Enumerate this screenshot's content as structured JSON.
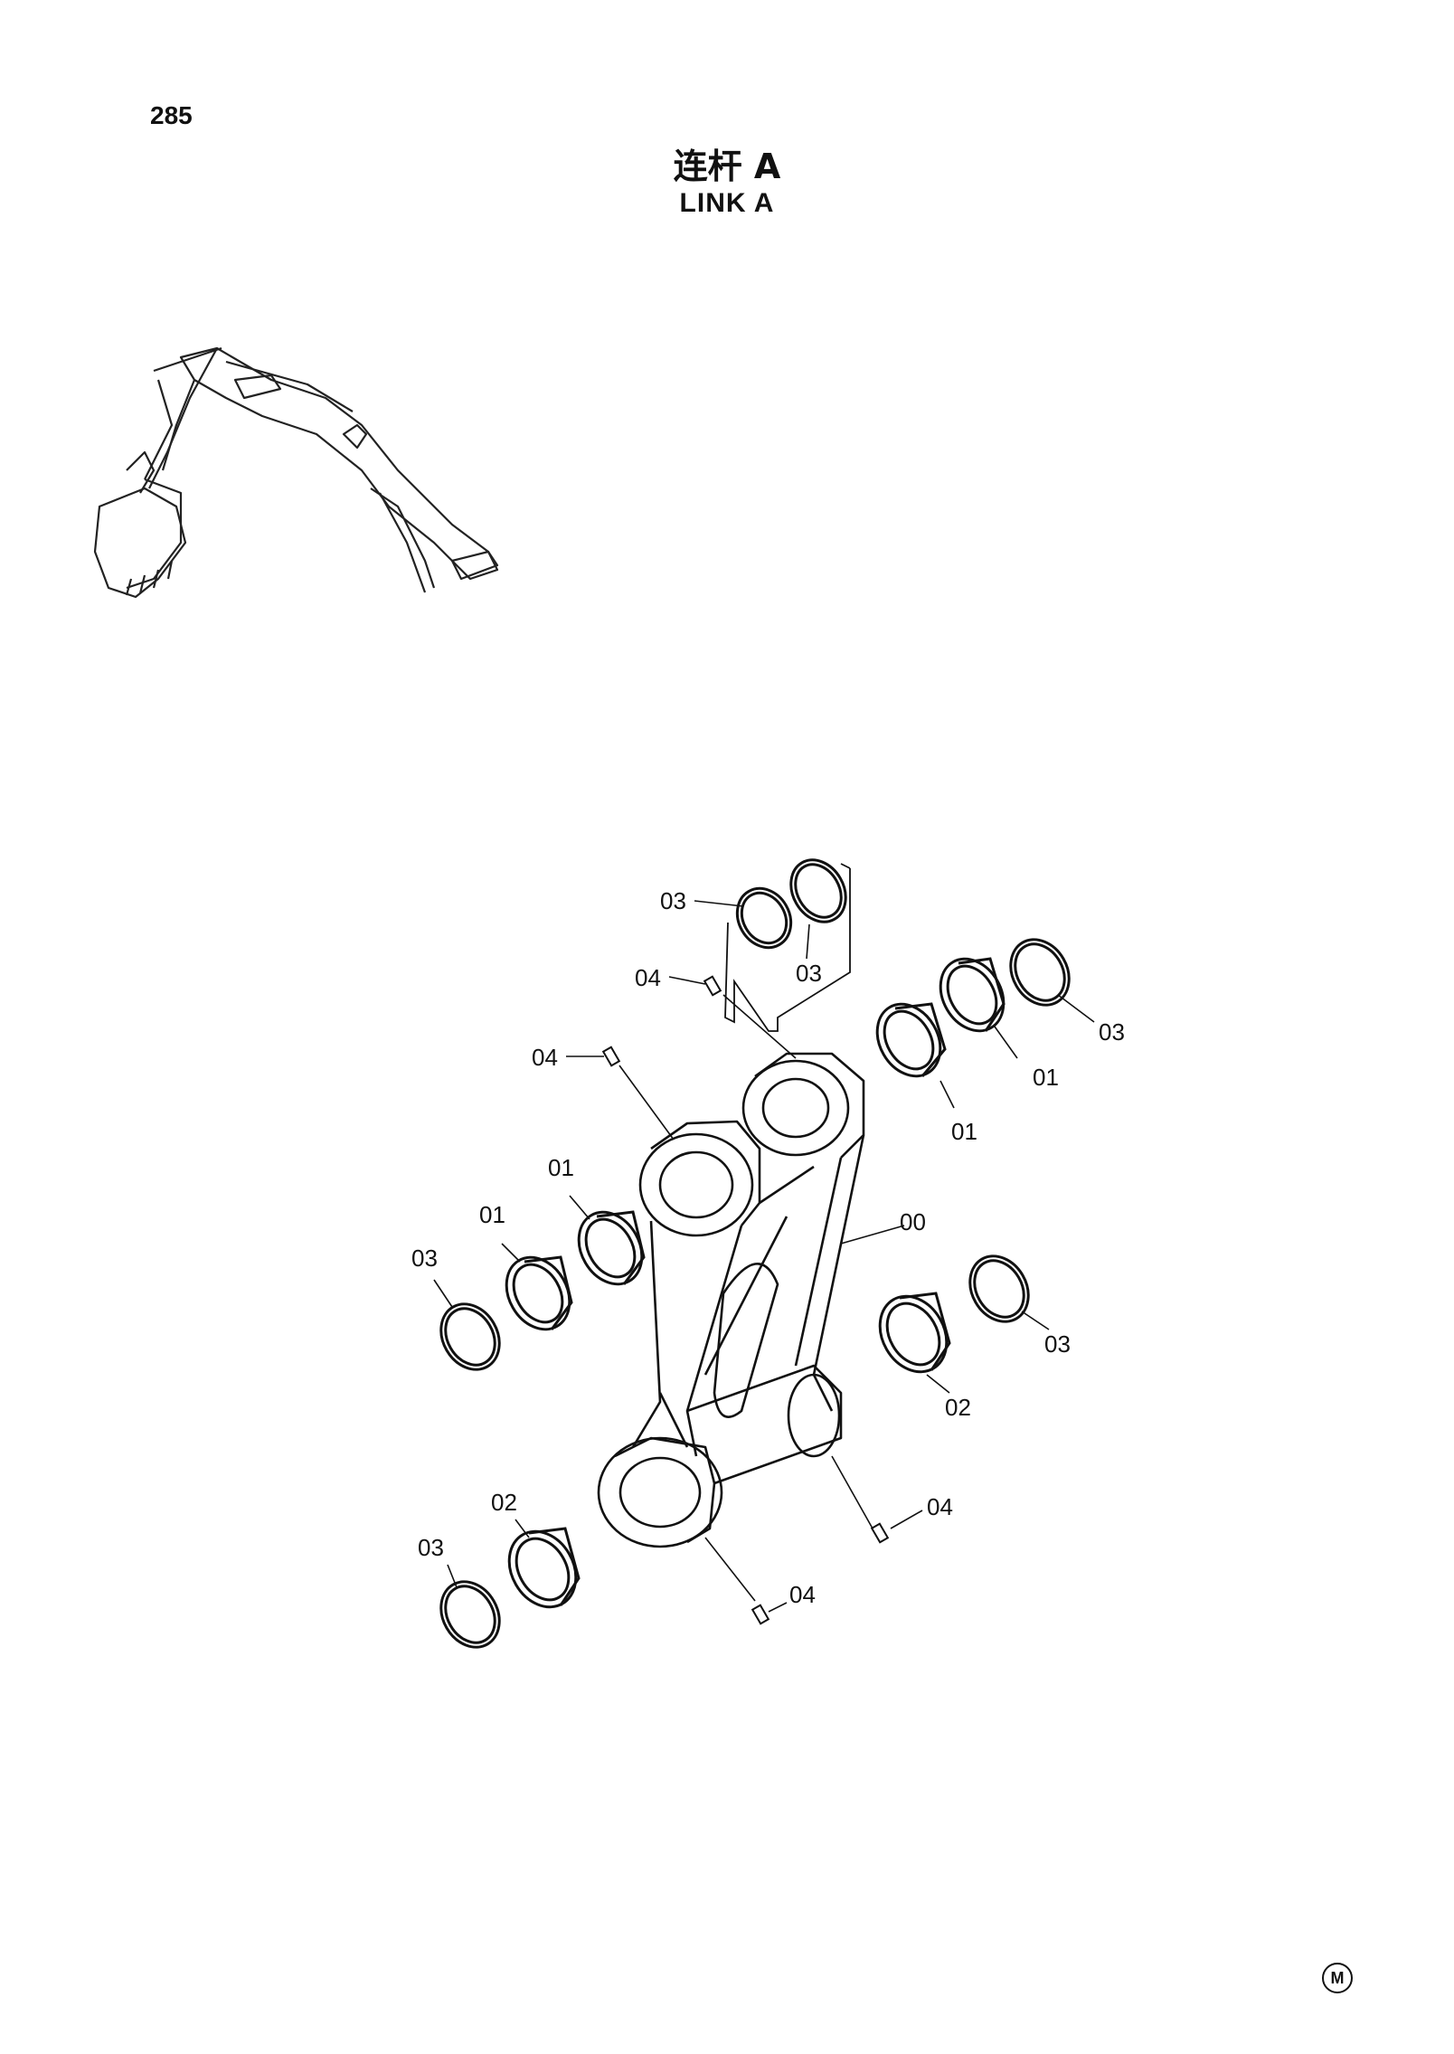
{
  "page": {
    "number": "285",
    "title_cn": "连杆 A",
    "title_en": "LINK A",
    "mark": "M"
  },
  "callouts": [
    {
      "id": "c1",
      "label": "03"
    },
    {
      "id": "c2",
      "label": "03"
    },
    {
      "id": "c3",
      "label": "04"
    },
    {
      "id": "c4",
      "label": "04"
    },
    {
      "id": "c5",
      "label": "03"
    },
    {
      "id": "c6",
      "label": "01"
    },
    {
      "id": "c7",
      "label": "01"
    },
    {
      "id": "c8",
      "label": "01"
    },
    {
      "id": "c9",
      "label": "01"
    },
    {
      "id": "c10",
      "label": "03"
    },
    {
      "id": "c11",
      "label": "00"
    },
    {
      "id": "c12",
      "label": "03"
    },
    {
      "id": "c13",
      "label": "02"
    },
    {
      "id": "c14",
      "label": "02"
    },
    {
      "id": "c15",
      "label": "03"
    },
    {
      "id": "c16",
      "label": "04"
    },
    {
      "id": "c17",
      "label": "04"
    }
  ]
}
